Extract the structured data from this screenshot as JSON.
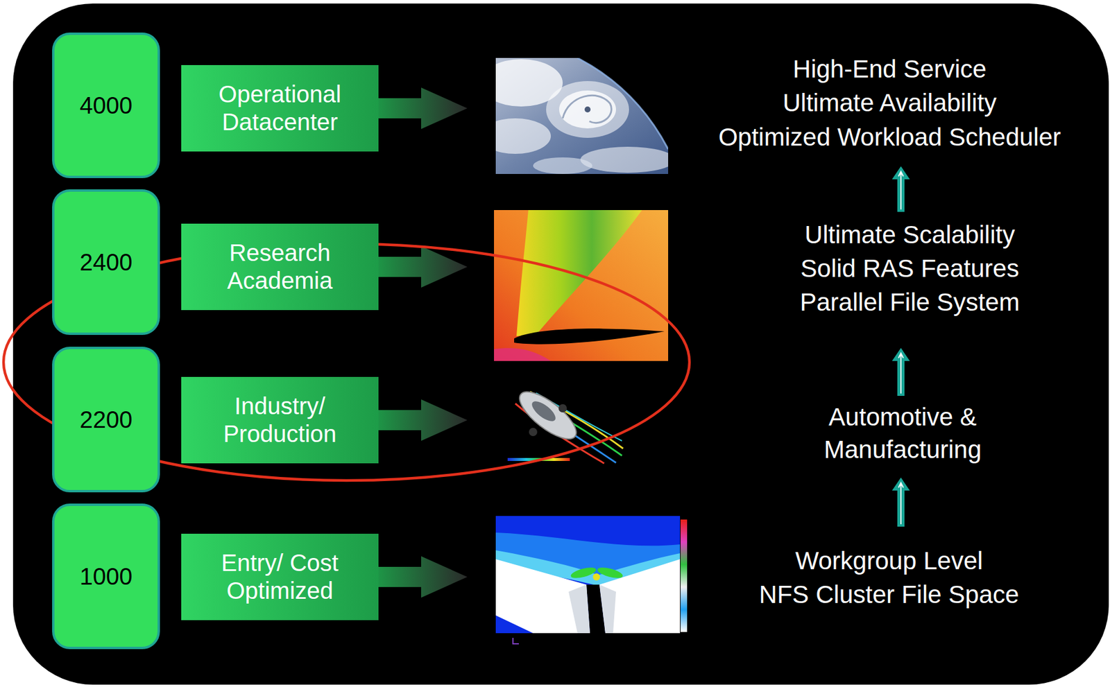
{
  "diagram": {
    "nodes": [
      {
        "text": [
          "4000"
        ]
      },
      {
        "text": [
          "Operational Datacenter"
        ]
      },
      {
        "text": [
          "2400"
        ]
      },
      {
        "text": [
          "Research Academia"
        ]
      },
      {
        "text": [
          "2200"
        ]
      },
      {
        "text": [
          "Industry/ Production"
        ]
      },
      {
        "text": [
          "1000"
        ]
      },
      {
        "text": [
          "Entry/ Cost Optimized"
        ]
      }
    ],
    "labels": [
      "High-End Service",
      "Ultimate Availability",
      "Optimized Workload Scheduler",
      "Ultimate Scalability",
      "Solid RAS Features",
      "Parallel File System",
      "Automotive & Manufacturing",
      "Workgroup Level",
      "NFS Cluster File Space"
    ]
  }
}
